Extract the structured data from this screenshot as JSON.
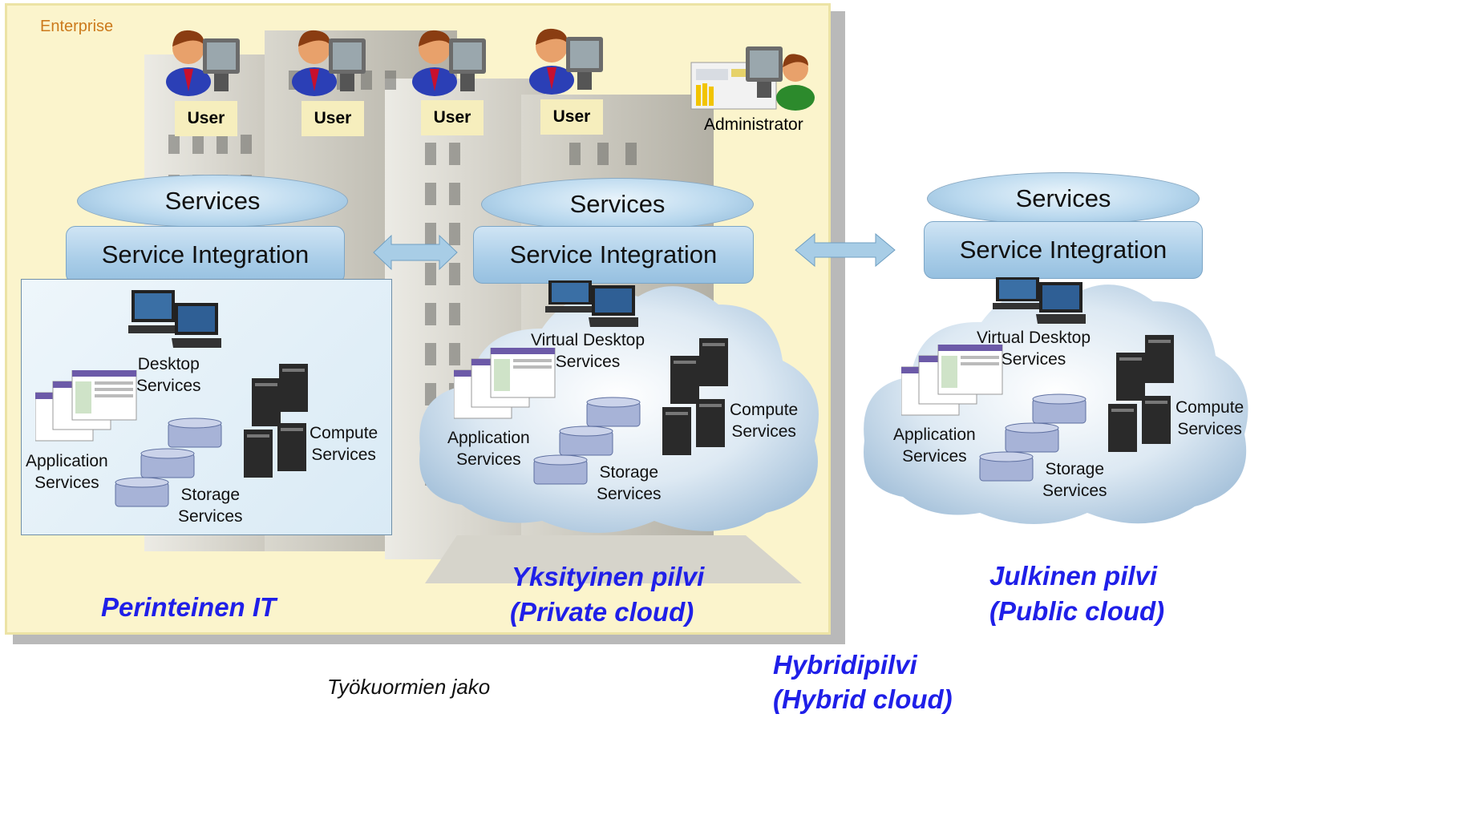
{
  "enterprise": {
    "label": "Enterprise"
  },
  "users": [
    "User",
    "User",
    "User",
    "User"
  ],
  "administrator": "Administrator",
  "traditional": {
    "services": "Services",
    "integration": "Service Integration",
    "desktop": "Desktop\nServices",
    "application": "Application\nServices",
    "storage": "Storage\nServices",
    "compute": "Compute\nServices",
    "title": "Perinteinen IT"
  },
  "private_cloud": {
    "services": "Services",
    "integration": "Service Integration",
    "desktop": "Virtual Desktop\nServices",
    "application": "Application\nServices",
    "storage": "Storage\nServices",
    "compute": "Compute\nServices",
    "title_line1": "Yksityinen pilvi",
    "title_line2": "(Private cloud)"
  },
  "public_cloud": {
    "services": "Services",
    "integration": "Service Integration",
    "desktop": "Virtual Desktop\nServices",
    "application": "Application\nServices",
    "storage": "Storage\nServices",
    "compute": "Compute\nServices",
    "title_line1": "Julkinen pilvi",
    "title_line2": "(Public cloud)"
  },
  "hybrid": {
    "line1": "Hybridipilvi",
    "line2": "(Hybrid cloud)"
  },
  "workload_caption": "Työkuormien jako",
  "colors": {
    "title_blue": "#1f1fe8",
    "enterprise_bg": "#fbf4cc",
    "enterprise_label": "#cc7a1c",
    "services_blue": "#b9d8ee"
  }
}
